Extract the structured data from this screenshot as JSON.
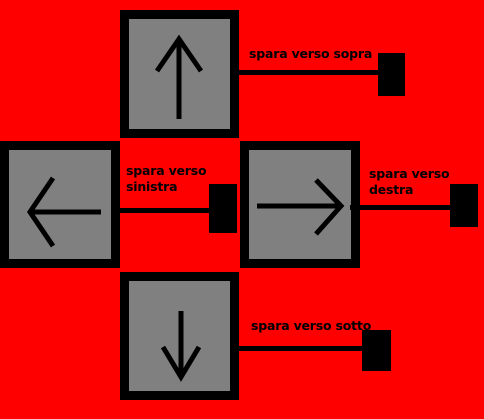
{
  "colors": {
    "background": "#ff0000",
    "key_face": "#808080",
    "outline": "#000000"
  },
  "controls": [
    {
      "id": "up",
      "icon": "arrow-up-icon",
      "label": "spara verso sopra"
    },
    {
      "id": "left",
      "icon": "arrow-left-icon",
      "label": "spara verso\nsinistra"
    },
    {
      "id": "right",
      "icon": "arrow-right-icon",
      "label": "spara verso\ndestra"
    },
    {
      "id": "down",
      "icon": "arrow-down-icon",
      "label": "spara verso sotto"
    }
  ]
}
